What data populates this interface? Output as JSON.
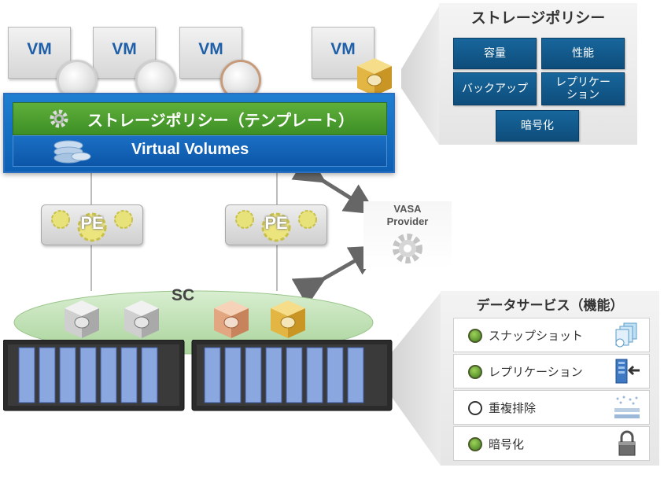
{
  "vms": [
    "VM",
    "VM",
    "VM",
    "VM"
  ],
  "policy_template": "ストレージポリシー（テンプレート）",
  "virtual_volumes": "Virtual Volumes",
  "pe": [
    "PE",
    "PE"
  ],
  "vasa_provider": [
    "VASA",
    "Provider"
  ],
  "sc": "SC",
  "storage_policy": {
    "title": "ストレージポリシー",
    "items": [
      "容量",
      "性能",
      "バックアップ",
      "レプリケー\nション",
      "暗号化"
    ]
  },
  "data_services": {
    "title": "データサービス（機能）",
    "items": [
      {
        "label": "スナップショット",
        "enabled": true,
        "icon": "snapshot-icon"
      },
      {
        "label": "レプリケーション",
        "enabled": true,
        "icon": "replication-icon"
      },
      {
        "label": "重複排除",
        "enabled": false,
        "icon": "dedup-icon"
      },
      {
        "label": "暗号化",
        "enabled": true,
        "icon": "lock-icon"
      }
    ]
  },
  "colors": {
    "template_green": "#4a9e2e",
    "volumes_blue": "#1565b8",
    "policy_cell": "#125a8c",
    "vm_text": "#1e5fa8",
    "sc_green": "#b9dcb0"
  }
}
